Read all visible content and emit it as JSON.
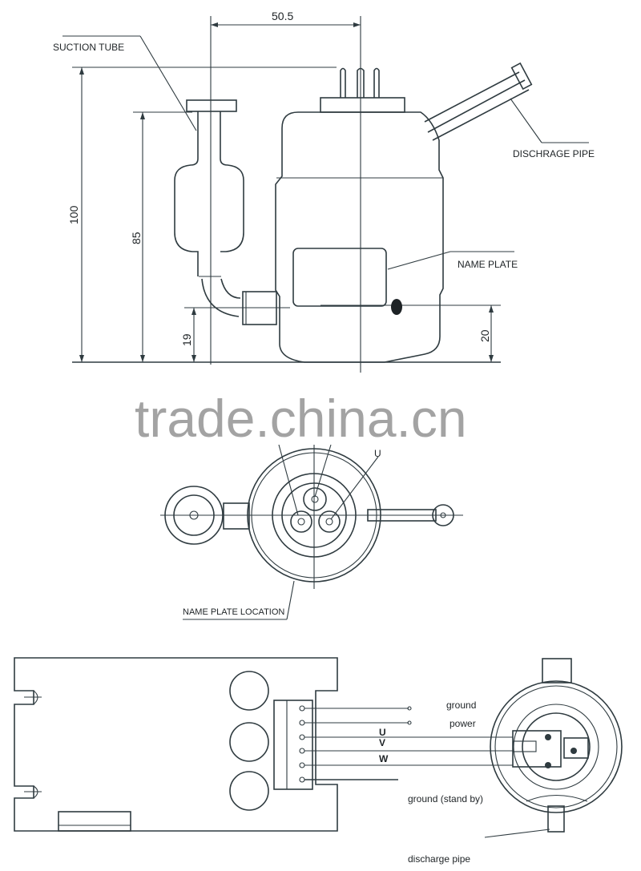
{
  "side_view": {
    "labels": {
      "suction_tube": "SUCTION TUBE",
      "discharge_pipe": "DISCHRAGE PIPE",
      "name_plate": "NAME PLATE"
    },
    "dimensions": {
      "width_top": "50.5",
      "height_total": "100",
      "height_accumulator": "85",
      "height_suction": "19",
      "height_nameplate": "20"
    }
  },
  "watermark": "trade.china.cn",
  "top_view": {
    "labels": {
      "name_plate_location": "NAME PLATE LOCATION",
      "terminal": "U"
    }
  },
  "wiring_view": {
    "labels": {
      "ground": "ground",
      "power": "power",
      "u": "U",
      "v": "V",
      "w": "W",
      "ground_standby": "ground (stand by)",
      "discharge_pipe": "discharge pipe"
    },
    "connector_pins": 6,
    "capacitors": 3
  },
  "colors": {
    "line": "#2f3b40",
    "watermark": "#9a9a9a",
    "background": "#ffffff"
  }
}
